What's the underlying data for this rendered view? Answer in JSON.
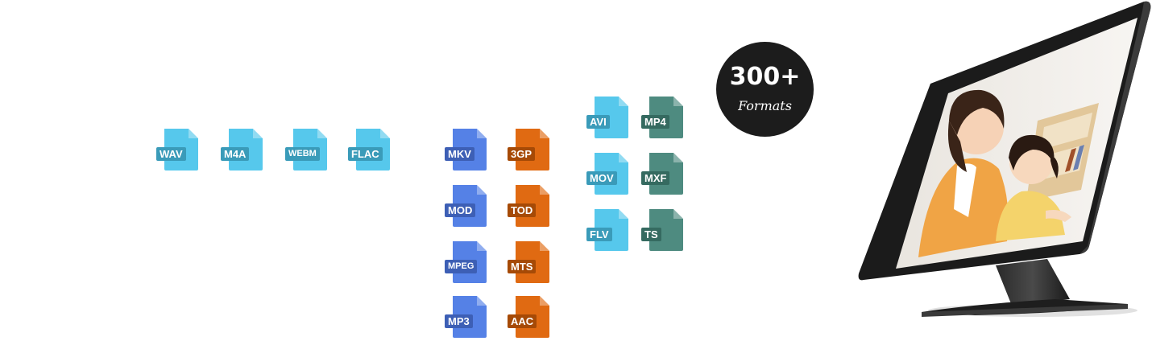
{
  "colors": {
    "light_blue": "#56c8ec",
    "light_blue_label": "#3a9bb9",
    "royal_blue": "#5581e6",
    "royal_blue_label": "#3d5fb5",
    "orange": "#e06a12",
    "orange_label": "#a64a06",
    "teal": "#4e8b80",
    "teal_label": "#356a60",
    "badge": "#1c1c1c"
  },
  "formats": [
    {
      "label": "WAV",
      "color": "light_blue",
      "icon": "file-icon"
    },
    {
      "label": "M4A",
      "color": "light_blue",
      "icon": "file-icon"
    },
    {
      "label": "WEBM",
      "color": "light_blue",
      "icon": "file-icon"
    },
    {
      "label": "FLAC",
      "color": "light_blue",
      "icon": "file-icon"
    },
    {
      "label": "MKV",
      "color": "royal_blue",
      "icon": "file-icon"
    },
    {
      "label": "MOD",
      "color": "royal_blue",
      "icon": "file-icon"
    },
    {
      "label": "MPEG",
      "color": "royal_blue",
      "icon": "file-icon"
    },
    {
      "label": "MP3",
      "color": "royal_blue",
      "icon": "file-icon"
    },
    {
      "label": "3GP",
      "color": "orange",
      "icon": "file-icon"
    },
    {
      "label": "TOD",
      "color": "orange",
      "icon": "file-icon"
    },
    {
      "label": "MTS",
      "color": "orange",
      "icon": "file-icon"
    },
    {
      "label": "AAC",
      "color": "orange",
      "icon": "file-icon"
    },
    {
      "label": "AVI",
      "color": "light_blue",
      "icon": "file-icon"
    },
    {
      "label": "MOV",
      "color": "light_blue",
      "icon": "file-icon"
    },
    {
      "label": "FLV",
      "color": "light_blue",
      "icon": "file-icon"
    },
    {
      "label": "MP4",
      "color": "teal",
      "icon": "file-icon"
    },
    {
      "label": "MXF",
      "color": "teal",
      "icon": "file-icon"
    },
    {
      "label": "TS",
      "color": "teal",
      "icon": "file-icon"
    }
  ],
  "badge": {
    "count": "300+",
    "caption": "Formats"
  },
  "monitor": {
    "icon": "monitor-icon",
    "screen": "photo of mother and daughter"
  }
}
